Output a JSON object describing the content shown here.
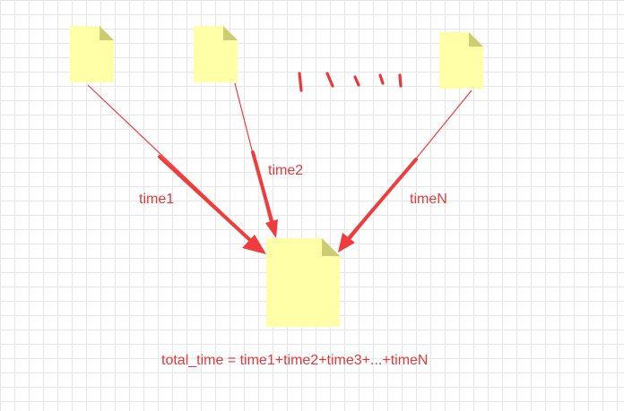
{
  "colors": {
    "arrow": "#f03c3c",
    "label": "#e43a3a",
    "doc_fill": "#ffffa8",
    "doc_fold": "#cccc72",
    "grid": "#e6e6e6"
  },
  "icons": {
    "source_doc": "document-icon",
    "target_doc": "document-icon"
  },
  "labels": {
    "time1": "time1",
    "time2": "time2",
    "timeN": "timeN",
    "formula": "total_time = time1+time2+time3+...+timeN"
  }
}
